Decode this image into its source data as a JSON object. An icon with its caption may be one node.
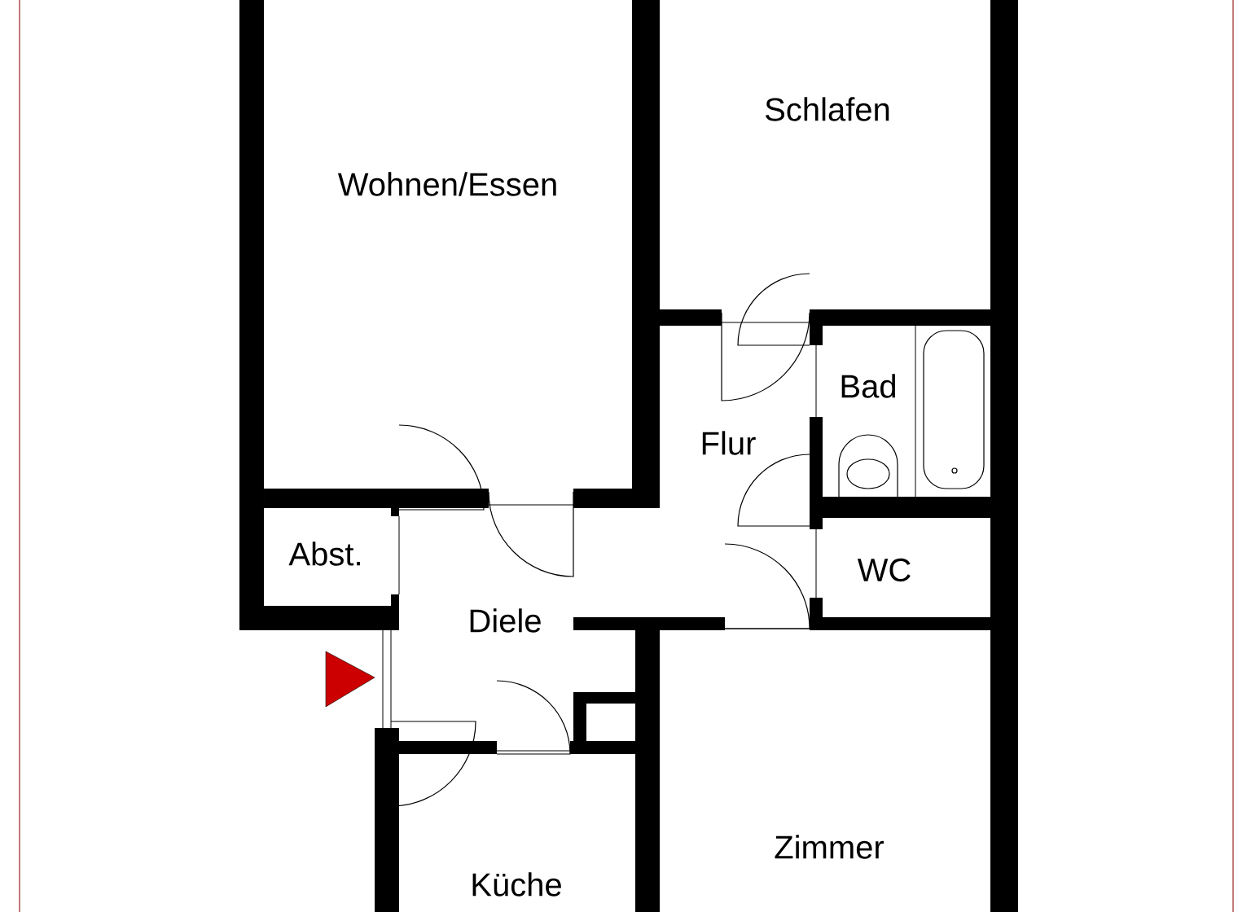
{
  "diagram": {
    "labels": [
      "Schlafen",
      "Wohnen/Essen",
      "Bad",
      "Flur",
      "Abst.",
      "WC",
      "Diele",
      "Zimmer",
      "Küche"
    ]
  }
}
